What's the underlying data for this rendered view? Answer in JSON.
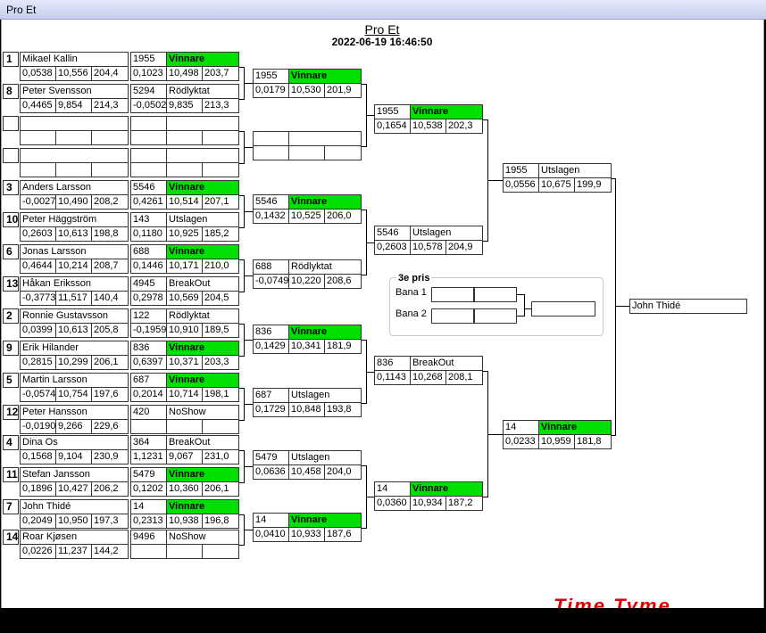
{
  "window": {
    "title": "Pro Et"
  },
  "header": {
    "title": "Pro Et",
    "datetime": "2022-06-19 16:46:50"
  },
  "entries": [
    {
      "seed": "1",
      "name": "Mikael Kallin",
      "rt": "0,0538",
      "et": "10,556",
      "mph": "204,4",
      "id": "1955",
      "status": "Vinnare",
      "rt2": "0,1023",
      "et2": "10,498",
      "mph2": "203,7",
      "win": true
    },
    {
      "seed": "8",
      "name": "Peter Svensson",
      "rt": "0,4465",
      "et": "9,854",
      "mph": "214,3",
      "id": "5294",
      "status": "Rödlyktat",
      "rt2": "-0,0502",
      "et2": "9,835",
      "mph2": "213,3",
      "win": false
    },
    {
      "seed": "",
      "name": "",
      "rt": "",
      "et": "",
      "mph": "",
      "id": "",
      "status": "",
      "rt2": "",
      "et2": "",
      "mph2": "",
      "win": false
    },
    {
      "seed": "",
      "name": "",
      "rt": "",
      "et": "",
      "mph": "",
      "id": "",
      "status": "",
      "rt2": "",
      "et2": "",
      "mph2": "",
      "win": false
    },
    {
      "seed": "3",
      "name": "Anders Larsson",
      "rt": "-0,0027",
      "et": "10,490",
      "mph": "208,2",
      "id": "5546",
      "status": "Vinnare",
      "rt2": "0,4261",
      "et2": "10,514",
      "mph2": "207,1",
      "win": true
    },
    {
      "seed": "10",
      "name": "Peter Häggström",
      "rt": "0,2603",
      "et": "10,613",
      "mph": "198,8",
      "id": "143",
      "status": "Utslagen",
      "rt2": "0,1180",
      "et2": "10,925",
      "mph2": "185,2",
      "win": false
    },
    {
      "seed": "6",
      "name": "Jonas Larsson",
      "rt": "0,4644",
      "et": "10,214",
      "mph": "208,7",
      "id": "688",
      "status": "Vinnare",
      "rt2": "0,1446",
      "et2": "10,171",
      "mph2": "210,0",
      "win": true
    },
    {
      "seed": "13",
      "name": "Håkan Eriksson",
      "rt": "-0,3773",
      "et": "11,517",
      "mph": "140,4",
      "id": "4945",
      "status": "BreakOut",
      "rt2": "0,2978",
      "et2": "10,569",
      "mph2": "204,5",
      "win": false
    },
    {
      "seed": "2",
      "name": "Ronnie Gustavsson",
      "rt": "0,0399",
      "et": "10,613",
      "mph": "205,8",
      "id": "122",
      "status": "Rödlyktat",
      "rt2": "-0,1959",
      "et2": "10,910",
      "mph2": "189,5",
      "win": false
    },
    {
      "seed": "9",
      "name": "Erik Hilander",
      "rt": "0,2815",
      "et": "10,299",
      "mph": "206,1",
      "id": "836",
      "status": "Vinnare",
      "rt2": "0,6397",
      "et2": "10,371",
      "mph2": "203,3",
      "win": true
    },
    {
      "seed": "5",
      "name": "Martin Larsson",
      "rt": "-0,0574",
      "et": "10,754",
      "mph": "197,6",
      "id": "687",
      "status": "Vinnare",
      "rt2": "0,2014",
      "et2": "10,714",
      "mph2": "198,1",
      "win": true
    },
    {
      "seed": "12",
      "name": "Peter Hansson",
      "rt": "-0,0190",
      "et": "9,266",
      "mph": "229,6",
      "id": "420",
      "status": "NoShow",
      "rt2": "",
      "et2": "",
      "mph2": "",
      "win": false
    },
    {
      "seed": "4",
      "name": "Dina Os",
      "rt": "0,1568",
      "et": "9,104",
      "mph": "230,9",
      "id": "364",
      "status": "BreakOut",
      "rt2": "1,1231",
      "et2": "9,067",
      "mph2": "231,0",
      "win": false
    },
    {
      "seed": "11",
      "name": "Stefan Jansson",
      "rt": "0,1896",
      "et": "10,427",
      "mph": "206,2",
      "id": "5479",
      "status": "Vinnare",
      "rt2": "0,1202",
      "et2": "10,360",
      "mph2": "206,1",
      "win": true
    },
    {
      "seed": "7",
      "name": "John Thidé",
      "rt": "0,2049",
      "et": "10,950",
      "mph": "197,3",
      "id": "14",
      "status": "Vinnare",
      "rt2": "0,2313",
      "et2": "10,938",
      "mph2": "196,8",
      "win": true
    },
    {
      "seed": "14",
      "name": "Roar Kjøsen",
      "rt": "0,0226",
      "et": "11,237",
      "mph": "144,2",
      "id": "9496",
      "status": "NoShow",
      "rt2": "",
      "et2": "",
      "mph2": "",
      "win": false
    }
  ],
  "round2": [
    {
      "id": "1955",
      "status": "Vinnare",
      "rt": "0,0179",
      "et": "10,530",
      "mph": "201,9",
      "win": true
    },
    {
      "id": "",
      "status": "",
      "rt": "",
      "et": "",
      "mph": "",
      "win": false
    },
    {
      "id": "5546",
      "status": "Vinnare",
      "rt": "0,1432",
      "et": "10,525",
      "mph": "206,0",
      "win": true
    },
    {
      "id": "688",
      "status": "Rödlyktat",
      "rt": "-0,0749",
      "et": "10,220",
      "mph": "208,6",
      "win": false
    },
    {
      "id": "836",
      "status": "Vinnare",
      "rt": "0,1429",
      "et": "10,341",
      "mph": "181,9",
      "win": true
    },
    {
      "id": "687",
      "status": "Utslagen",
      "rt": "0,1729",
      "et": "10,848",
      "mph": "193,8",
      "win": false
    },
    {
      "id": "5479",
      "status": "Utslagen",
      "rt": "0,0636",
      "et": "10,458",
      "mph": "204,0",
      "win": false
    },
    {
      "id": "14",
      "status": "Vinnare",
      "rt": "0,0410",
      "et": "10,933",
      "mph": "187,6",
      "win": true
    }
  ],
  "round3": [
    {
      "id": "1955",
      "status": "Vinnare",
      "rt": "0,1654",
      "et": "10,538",
      "mph": "202,3",
      "win": true
    },
    {
      "id": "5546",
      "status": "Utslagen",
      "rt": "0,2603",
      "et": "10,578",
      "mph": "204,9",
      "win": false
    },
    {
      "id": "836",
      "status": "BreakOut",
      "rt": "0,1143",
      "et": "10,268",
      "mph": "208,1",
      "win": false
    },
    {
      "id": "14",
      "status": "Vinnare",
      "rt": "0,0360",
      "et": "10,934",
      "mph": "187,2",
      "win": true
    }
  ],
  "round4": [
    {
      "id": "1955",
      "status": "Utslagen",
      "rt": "0,0556",
      "et": "10,675",
      "mph": "199,9",
      "win": false
    },
    {
      "id": "14",
      "status": "Vinnare",
      "rt": "0,0233",
      "et": "10,959",
      "mph": "181,8",
      "win": true
    }
  ],
  "champion": "John Thidé",
  "third_prize": {
    "title": "3e pris",
    "lane1": "Bana 1",
    "lane2": "Bana 2"
  },
  "logo": "Time Tyme"
}
